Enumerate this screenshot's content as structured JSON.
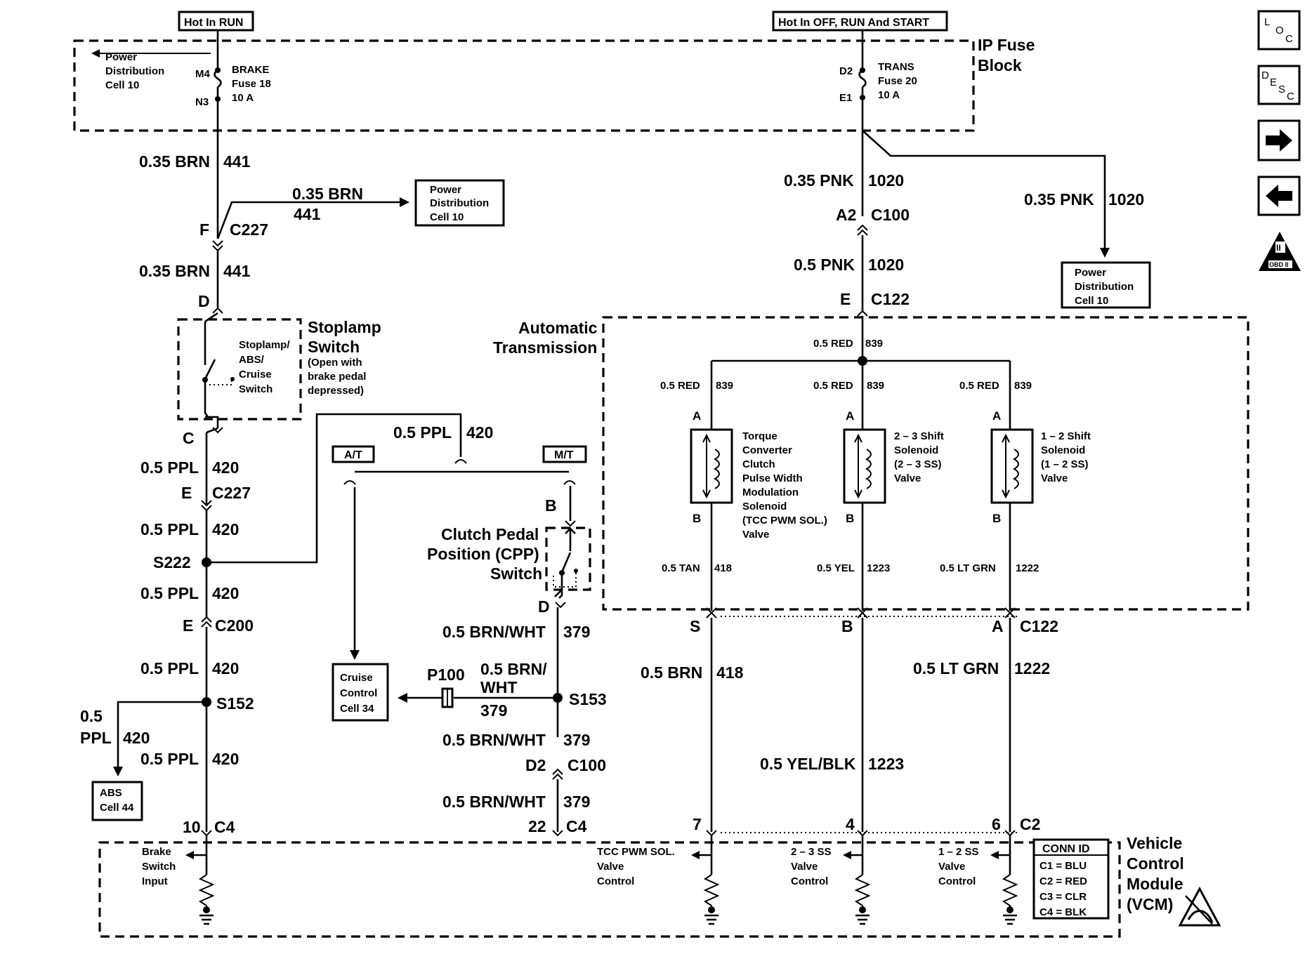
{
  "power": {
    "hot_in_run": "Hot In RUN",
    "hot_in_off_run_start": "Hot In OFF, RUN And START",
    "ip_fuse_block": [
      "IP Fuse",
      "Block"
    ],
    "power_dist_cell10": [
      "Power",
      "Distribution",
      "Cell 10"
    ],
    "brake_fuse": {
      "pin_in": "M4",
      "pin_out": "N3",
      "lines": [
        "BRAKE",
        "Fuse 18",
        "10 A"
      ]
    },
    "trans_fuse": {
      "pin_in": "D2",
      "pin_out": "E1",
      "lines": [
        "TRANS",
        "Fuse 20",
        "10 A"
      ]
    }
  },
  "brake_circuit": {
    "w441_top": {
      "gauge": "0.35 BRN",
      "circuit": "441"
    },
    "w441_branch": {
      "gauge": "0.35 BRN",
      "circuit": "441"
    },
    "branch_dest": [
      "Power",
      "Distribution",
      "Cell 10"
    ],
    "c227_f": {
      "pin": "F",
      "conn": "C227"
    },
    "w441_mid": {
      "gauge": "0.35 BRN",
      "circuit": "441"
    },
    "pin_d": "D",
    "stoplamp_title": [
      "Stoplamp",
      "Switch"
    ],
    "stoplamp_note": [
      "(Open with",
      "brake pedal",
      "depressed)"
    ],
    "stoplamp_inner": [
      "Stoplamp/",
      "ABS/",
      "Cruise",
      "Switch"
    ],
    "pin_c": "C",
    "w420_a": {
      "gauge": "0.5 PPL",
      "circuit": "420"
    },
    "c227_e": {
      "pin": "E",
      "conn": "C227"
    },
    "w420_b": {
      "gauge": "0.5 PPL",
      "circuit": "420"
    },
    "s222": "S222",
    "w420_c": {
      "gauge": "0.5 PPL",
      "circuit": "420"
    },
    "c200": {
      "pin": "E",
      "conn": "C200"
    },
    "w420_d": {
      "gauge": "0.5 PPL",
      "circuit": "420"
    },
    "s152": "S152",
    "w420_abs": {
      "gauge_a": "0.5",
      "gauge_b": "PPL",
      "circuit": "420"
    },
    "abs_dest": [
      "ABS",
      "Cell 44"
    ],
    "w420_e": {
      "gauge": "0.5 PPL",
      "circuit": "420"
    },
    "c4": {
      "pin": "10",
      "conn": "C4"
    }
  },
  "clutch_circuit": {
    "w420_top": {
      "gauge": "0.5 PPL",
      "circuit": "420"
    },
    "at_label": "A/T",
    "mt_label": "M/T",
    "pin_b": "B",
    "cpp_title": [
      "Clutch Pedal",
      "Position (CPP)",
      "Switch"
    ],
    "pin_d": "D",
    "w379_a": {
      "gauge": "0.5 BRN/WHT",
      "circuit": "379"
    },
    "s153": "S153",
    "p100": "P100",
    "w379_branch": {
      "gauge_a": "0.5 BRN/",
      "gauge_b": "WHT",
      "circuit": "379"
    },
    "cruise_dest": [
      "Cruise",
      "Control",
      "Cell 34"
    ],
    "w379_b": {
      "gauge": "0.5 BRN/WHT",
      "circuit": "379"
    },
    "c100": {
      "pin": "D2",
      "conn": "C100"
    },
    "w379_c": {
      "gauge": "0.5 BRN/WHT",
      "circuit": "379"
    },
    "c4": {
      "pin": "22",
      "conn": "C4"
    }
  },
  "trans_circuit": {
    "w1020_a": {
      "gauge": "0.35 PNK",
      "circuit": "1020"
    },
    "w1020_branch": {
      "gauge": "0.35 PNK",
      "circuit": "1020"
    },
    "branch_dest": [
      "Power",
      "Distribution",
      "Cell 10"
    ],
    "c100": {
      "pin": "A2",
      "conn": "C100"
    },
    "w1020_b": {
      "gauge": "0.5 PNK",
      "circuit": "1020"
    },
    "c122_top": {
      "pin": "E",
      "conn": "C122"
    },
    "auto_trans": [
      "Automatic",
      "Transmission"
    ],
    "w839_main": {
      "gauge": "0.5 RED",
      "circuit": "839"
    },
    "w839_left": {
      "gauge": "0.5 RED",
      "circuit": "839"
    },
    "w839_mid": {
      "gauge": "0.5 RED",
      "circuit": "839"
    },
    "w839_right": {
      "gauge": "0.5 RED",
      "circuit": "839"
    },
    "pin_a": "A",
    "pin_b": "B",
    "tcc_solenoid": [
      "Torque",
      "Converter",
      "Clutch",
      "Pulse Width",
      "Modulation",
      "Solenoid",
      "(TCC PWM SOL.)",
      "Valve"
    ],
    "ss23_solenoid": [
      "2 – 3 Shift",
      "Solenoid",
      "(2 – 3 SS)",
      "Valve"
    ],
    "ss12_solenoid": [
      "1 – 2 Shift",
      "Solenoid",
      "(1 – 2 SS)",
      "Valve"
    ],
    "w418_in": {
      "gauge": "0.5 TAN",
      "circuit": "418"
    },
    "w1223_in": {
      "gauge": "0.5 YEL",
      "circuit": "1223"
    },
    "w1222_in": {
      "gauge": "0.5 LT GRN",
      "circuit": "1222"
    },
    "c122_bottom": {
      "pin_s": "S",
      "pin_b": "B",
      "pin_a": "A",
      "conn": "C122"
    },
    "w418_out": {
      "gauge": "0.5 BRN",
      "circuit": "418"
    },
    "w1222_out": {
      "gauge": "0.5 LT GRN",
      "circuit": "1222"
    },
    "w1223_out": {
      "gauge": "0.5 YEL/BLK",
      "circuit": "1223"
    },
    "c2": {
      "pin7": "7",
      "pin4": "4",
      "pin6": "6",
      "conn": "C2"
    }
  },
  "vcm": {
    "title": [
      "Vehicle",
      "Control",
      "Module",
      "(VCM)"
    ],
    "brake_input": [
      "Brake",
      "Switch",
      "Input"
    ],
    "tcc_control": [
      "TCC PWM SOL.",
      "Valve",
      "Control"
    ],
    "ss23_control": [
      "2 – 3 SS",
      "Valve",
      "Control"
    ],
    "ss12_control": [
      "1 – 2 SS",
      "Valve",
      "Control"
    ],
    "conn_id": {
      "header": "CONN ID",
      "rows": [
        "C1 = BLU",
        "C2 = RED",
        "C3 = CLR",
        "C4 = BLK"
      ]
    }
  },
  "nav_icons": {
    "loc": {
      "a": "L",
      "b": "O",
      "c": "C"
    },
    "desc": {
      "a": "D",
      "b": "E",
      "c": "S",
      "d": "C"
    },
    "obd": {
      "roman": "II",
      "label": "OBD II"
    }
  }
}
